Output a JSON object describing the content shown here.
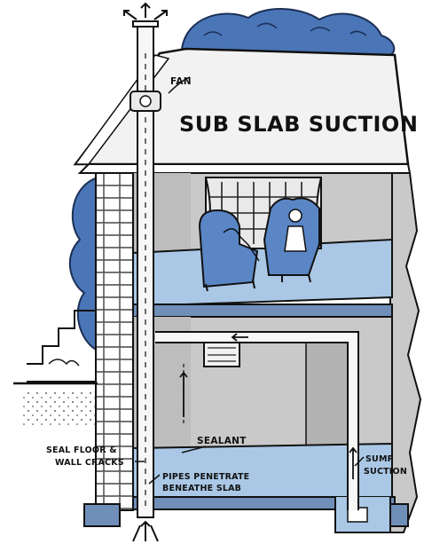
{
  "diagram": {
    "title": "SUB SLAB SUCTION",
    "labels": {
      "fan": "FAN",
      "seal_line1": "SEAL FLOOR &",
      "seal_line2": "WALL CRACKS",
      "sealant": "SEALANT",
      "pipes_line1": "PIPES PENETRATE",
      "pipes_line2": "BENEATHE SLAB",
      "sump_line1": "SUMP",
      "sump_line2": "SUCTION"
    },
    "colors": {
      "sky_tree": "#4a76b8",
      "floor_blue": "#aac8e6",
      "wall_gray": "#c9c9c9",
      "window_frame": "#e9e9e9",
      "chair_blue": "#5a86c6",
      "ink": "#111111"
    },
    "icons": [
      "fan-icon",
      "exhaust-arrows-icon",
      "soil-arrows-icon",
      "sump-pit-icon",
      "flow-arrow-icon"
    ]
  }
}
